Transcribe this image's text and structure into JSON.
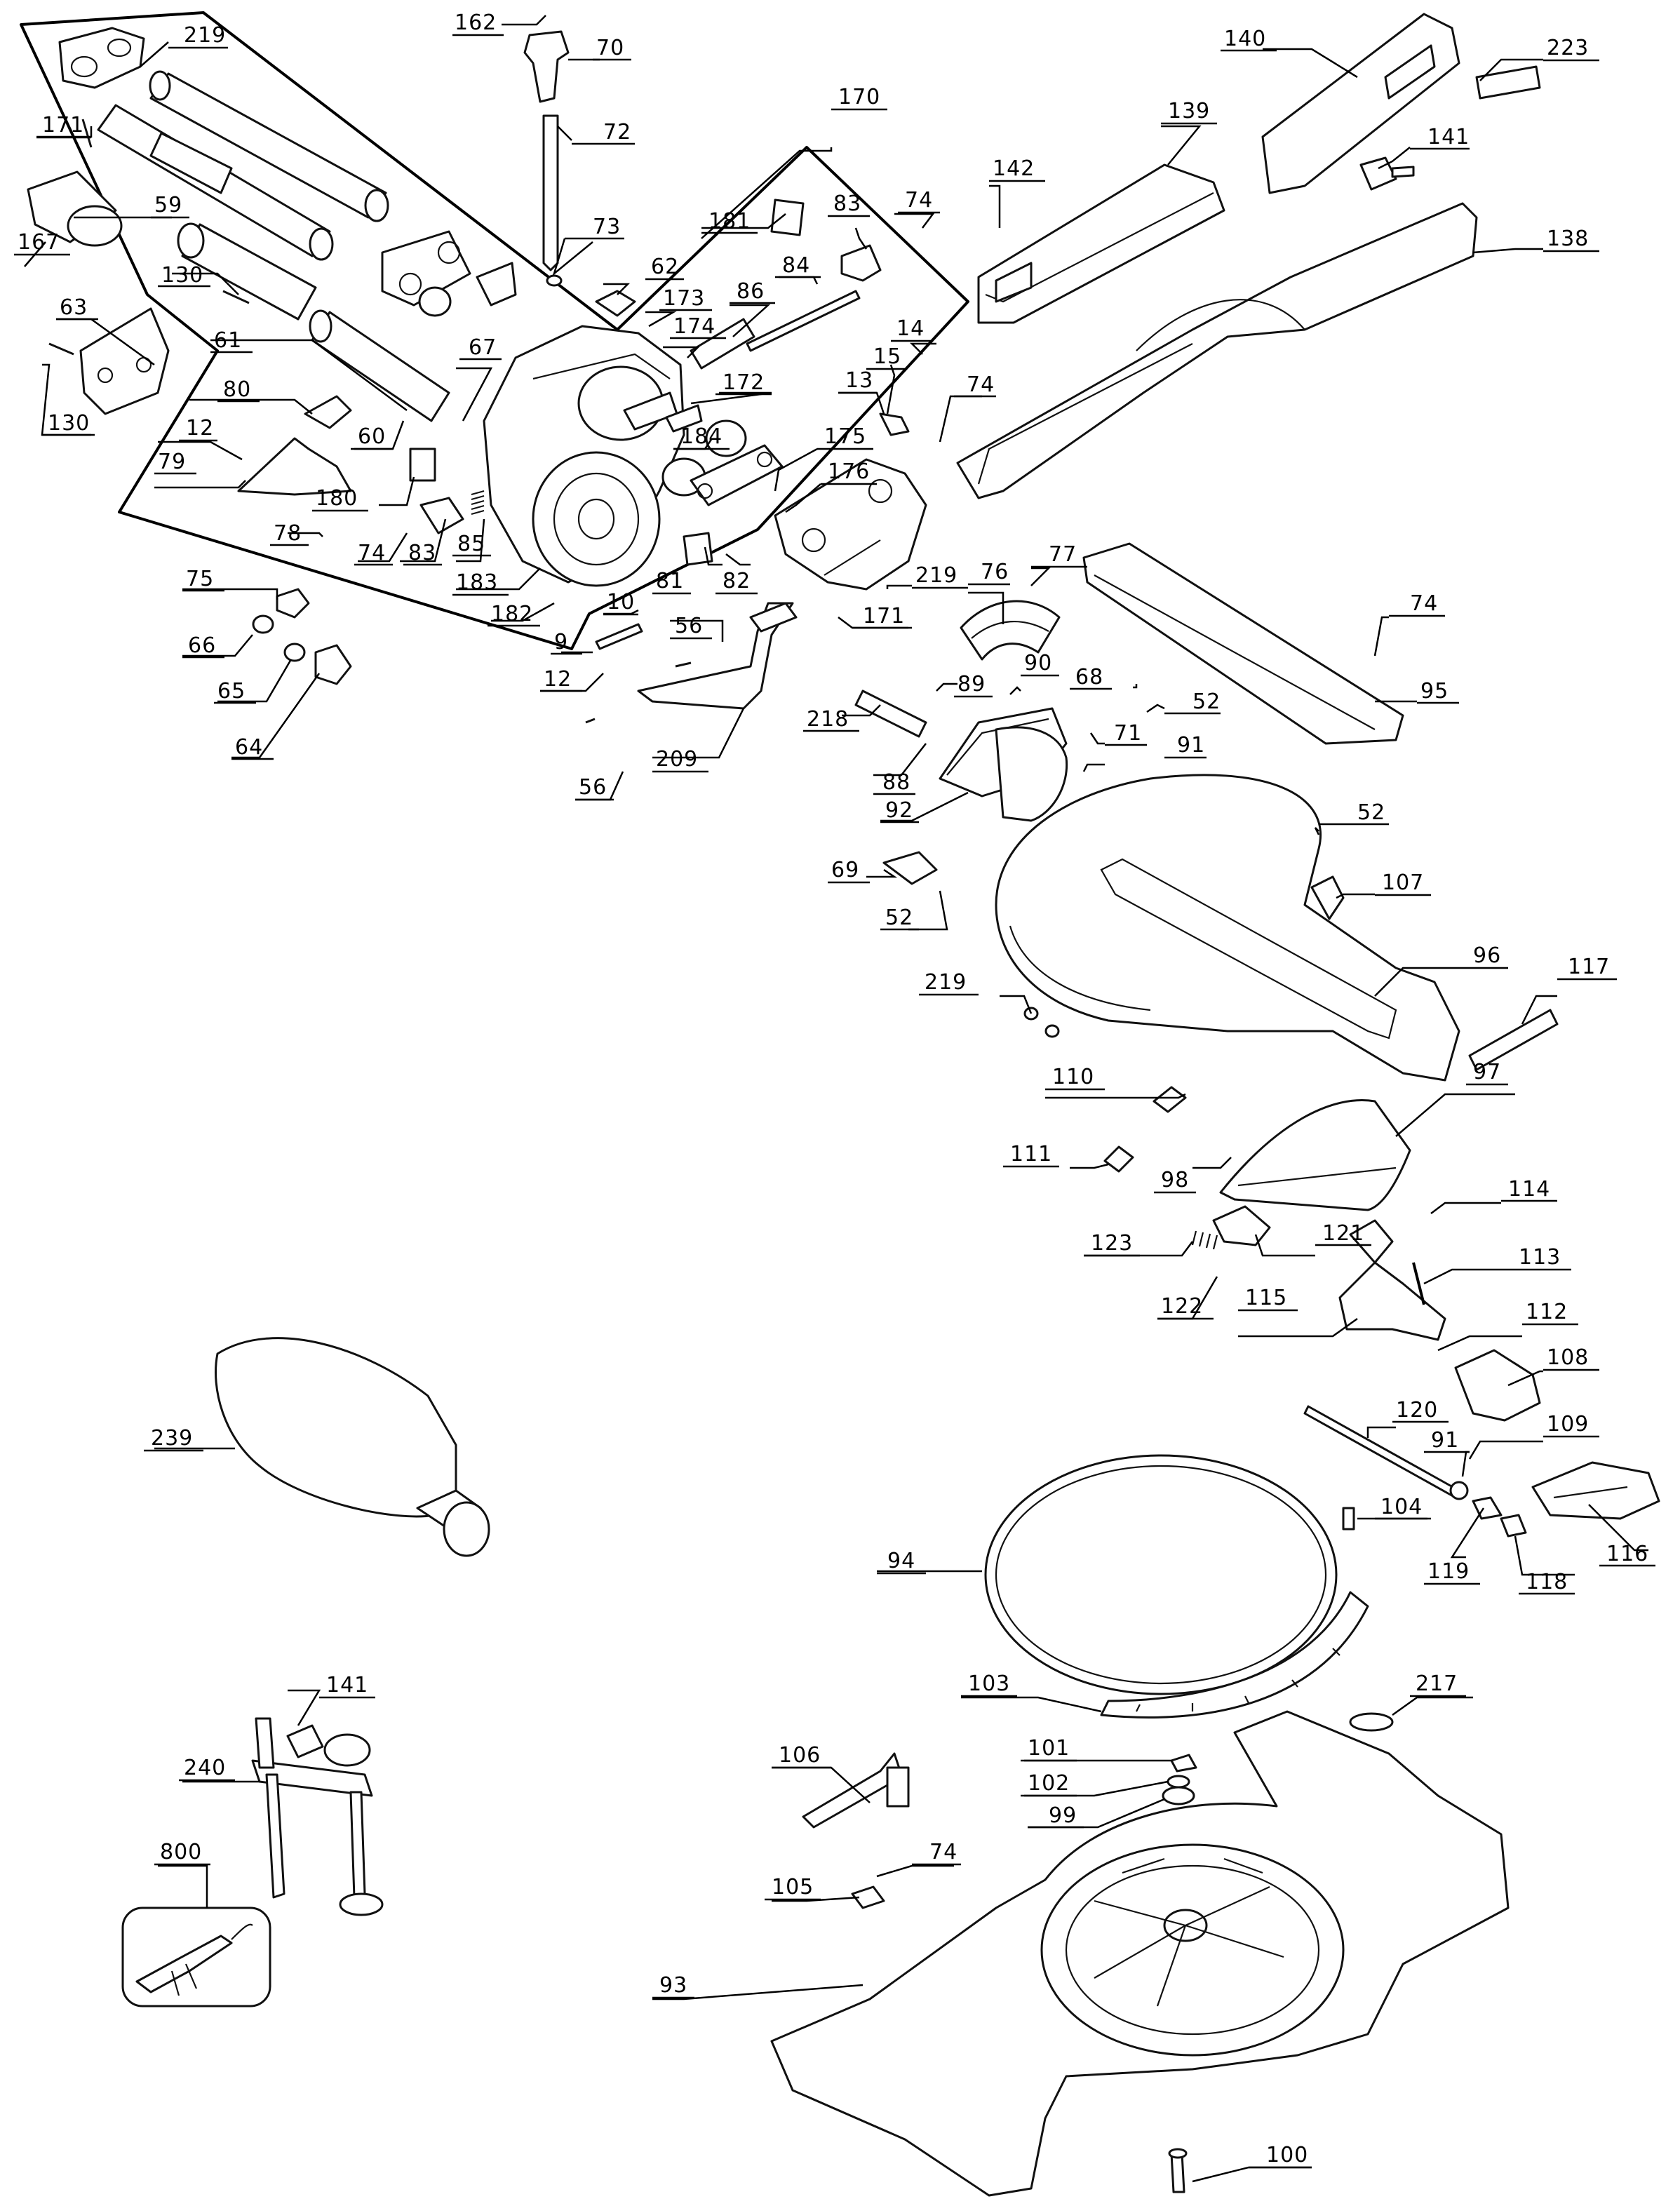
{
  "callouts": [
    {
      "id": "c162",
      "text": "162"
    },
    {
      "id": "c70",
      "text": "70"
    },
    {
      "id": "c219a",
      "text": "219"
    },
    {
      "id": "c171a",
      "text": "171"
    },
    {
      "id": "c72",
      "text": "72"
    },
    {
      "id": "c73",
      "text": "73"
    },
    {
      "id": "c170",
      "text": "170"
    },
    {
      "id": "c167",
      "text": "167"
    },
    {
      "id": "c59",
      "text": "59"
    },
    {
      "id": "c130a",
      "text": "130"
    },
    {
      "id": "c63",
      "text": "63"
    },
    {
      "id": "c130b",
      "text": "130"
    },
    {
      "id": "c61",
      "text": "61"
    },
    {
      "id": "c80",
      "text": "80"
    },
    {
      "id": "c12a",
      "text": "12"
    },
    {
      "id": "c79",
      "text": "79"
    },
    {
      "id": "c78",
      "text": "78"
    },
    {
      "id": "c74a",
      "text": "74"
    },
    {
      "id": "c83a",
      "text": "83"
    },
    {
      "id": "c85",
      "text": "85"
    },
    {
      "id": "c183",
      "text": "183"
    },
    {
      "id": "c182",
      "text": "182"
    },
    {
      "id": "c180",
      "text": "180"
    },
    {
      "id": "c60",
      "text": "60"
    },
    {
      "id": "c67",
      "text": "67"
    },
    {
      "id": "c62",
      "text": "62"
    },
    {
      "id": "c173",
      "text": "173"
    },
    {
      "id": "c174",
      "text": "174"
    },
    {
      "id": "c86",
      "text": "86"
    },
    {
      "id": "c84",
      "text": "84"
    },
    {
      "id": "c181",
      "text": "181"
    },
    {
      "id": "c83b",
      "text": "83"
    },
    {
      "id": "c74b",
      "text": "74"
    },
    {
      "id": "c172",
      "text": "172"
    },
    {
      "id": "c184",
      "text": "184"
    },
    {
      "id": "c175",
      "text": "175"
    },
    {
      "id": "c176",
      "text": "176"
    },
    {
      "id": "c81",
      "text": "81"
    },
    {
      "id": "c82",
      "text": "82"
    },
    {
      "id": "c219b",
      "text": "219"
    },
    {
      "id": "c171b",
      "text": "171"
    },
    {
      "id": "c75",
      "text": "75"
    },
    {
      "id": "c66",
      "text": "66"
    },
    {
      "id": "c65",
      "text": "65"
    },
    {
      "id": "c64",
      "text": "64"
    },
    {
      "id": "c10",
      "text": "10"
    },
    {
      "id": "c9",
      "text": "9"
    },
    {
      "id": "c56a",
      "text": "56"
    },
    {
      "id": "c12b",
      "text": "12"
    },
    {
      "id": "c56b",
      "text": "56"
    },
    {
      "id": "c209",
      "text": "209"
    },
    {
      "id": "c14",
      "text": "14"
    },
    {
      "id": "c15",
      "text": "15"
    },
    {
      "id": "c13",
      "text": "13"
    },
    {
      "id": "c74c",
      "text": "74"
    },
    {
      "id": "c142",
      "text": "142"
    },
    {
      "id": "c139",
      "text": "139"
    },
    {
      "id": "c140",
      "text": "140"
    },
    {
      "id": "c223",
      "text": "223"
    },
    {
      "id": "c141a",
      "text": "141"
    },
    {
      "id": "c138",
      "text": "138"
    },
    {
      "id": "c77",
      "text": "77"
    },
    {
      "id": "c76",
      "text": "76"
    },
    {
      "id": "c90",
      "text": "90"
    },
    {
      "id": "c89",
      "text": "89"
    },
    {
      "id": "c218",
      "text": "218"
    },
    {
      "id": "c88",
      "text": "88"
    },
    {
      "id": "c68",
      "text": "68"
    },
    {
      "id": "c52a",
      "text": "52"
    },
    {
      "id": "c71",
      "text": "71"
    },
    {
      "id": "c91a",
      "text": "91"
    },
    {
      "id": "c74d",
      "text": "74"
    },
    {
      "id": "c95",
      "text": "95"
    },
    {
      "id": "c92",
      "text": "92"
    },
    {
      "id": "c69",
      "text": "69"
    },
    {
      "id": "c52b",
      "text": "52"
    },
    {
      "id": "c52c",
      "text": "52"
    },
    {
      "id": "c107",
      "text": "107"
    },
    {
      "id": "c96",
      "text": "96"
    },
    {
      "id": "c219c",
      "text": "219"
    },
    {
      "id": "c117",
      "text": "117"
    },
    {
      "id": "c110",
      "text": "110"
    },
    {
      "id": "c111",
      "text": "111"
    },
    {
      "id": "c98",
      "text": "98"
    },
    {
      "id": "c97",
      "text": "97"
    },
    {
      "id": "c114",
      "text": "114"
    },
    {
      "id": "c123",
      "text": "123"
    },
    {
      "id": "c121",
      "text": "121"
    },
    {
      "id": "c113",
      "text": "113"
    },
    {
      "id": "c122",
      "text": "122"
    },
    {
      "id": "c115",
      "text": "115"
    },
    {
      "id": "c112",
      "text": "112"
    },
    {
      "id": "c108",
      "text": "108"
    },
    {
      "id": "c120",
      "text": "120"
    },
    {
      "id": "c109",
      "text": "109"
    },
    {
      "id": "c91b",
      "text": "91"
    },
    {
      "id": "c104",
      "text": "104"
    },
    {
      "id": "c116",
      "text": "116"
    },
    {
      "id": "c119",
      "text": "119"
    },
    {
      "id": "c118",
      "text": "118"
    },
    {
      "id": "c94",
      "text": "94"
    },
    {
      "id": "c239",
      "text": "239"
    },
    {
      "id": "c103",
      "text": "103"
    },
    {
      "id": "c217",
      "text": "217"
    },
    {
      "id": "c101",
      "text": "101"
    },
    {
      "id": "c102",
      "text": "102"
    },
    {
      "id": "c99",
      "text": "99"
    },
    {
      "id": "c141b",
      "text": "141"
    },
    {
      "id": "c240",
      "text": "240"
    },
    {
      "id": "c106",
      "text": "106"
    },
    {
      "id": "c74e",
      "text": "74"
    },
    {
      "id": "c105",
      "text": "105"
    },
    {
      "id": "c93",
      "text": "93"
    },
    {
      "id": "c800",
      "text": "800"
    },
    {
      "id": "c100",
      "text": "100"
    }
  ]
}
